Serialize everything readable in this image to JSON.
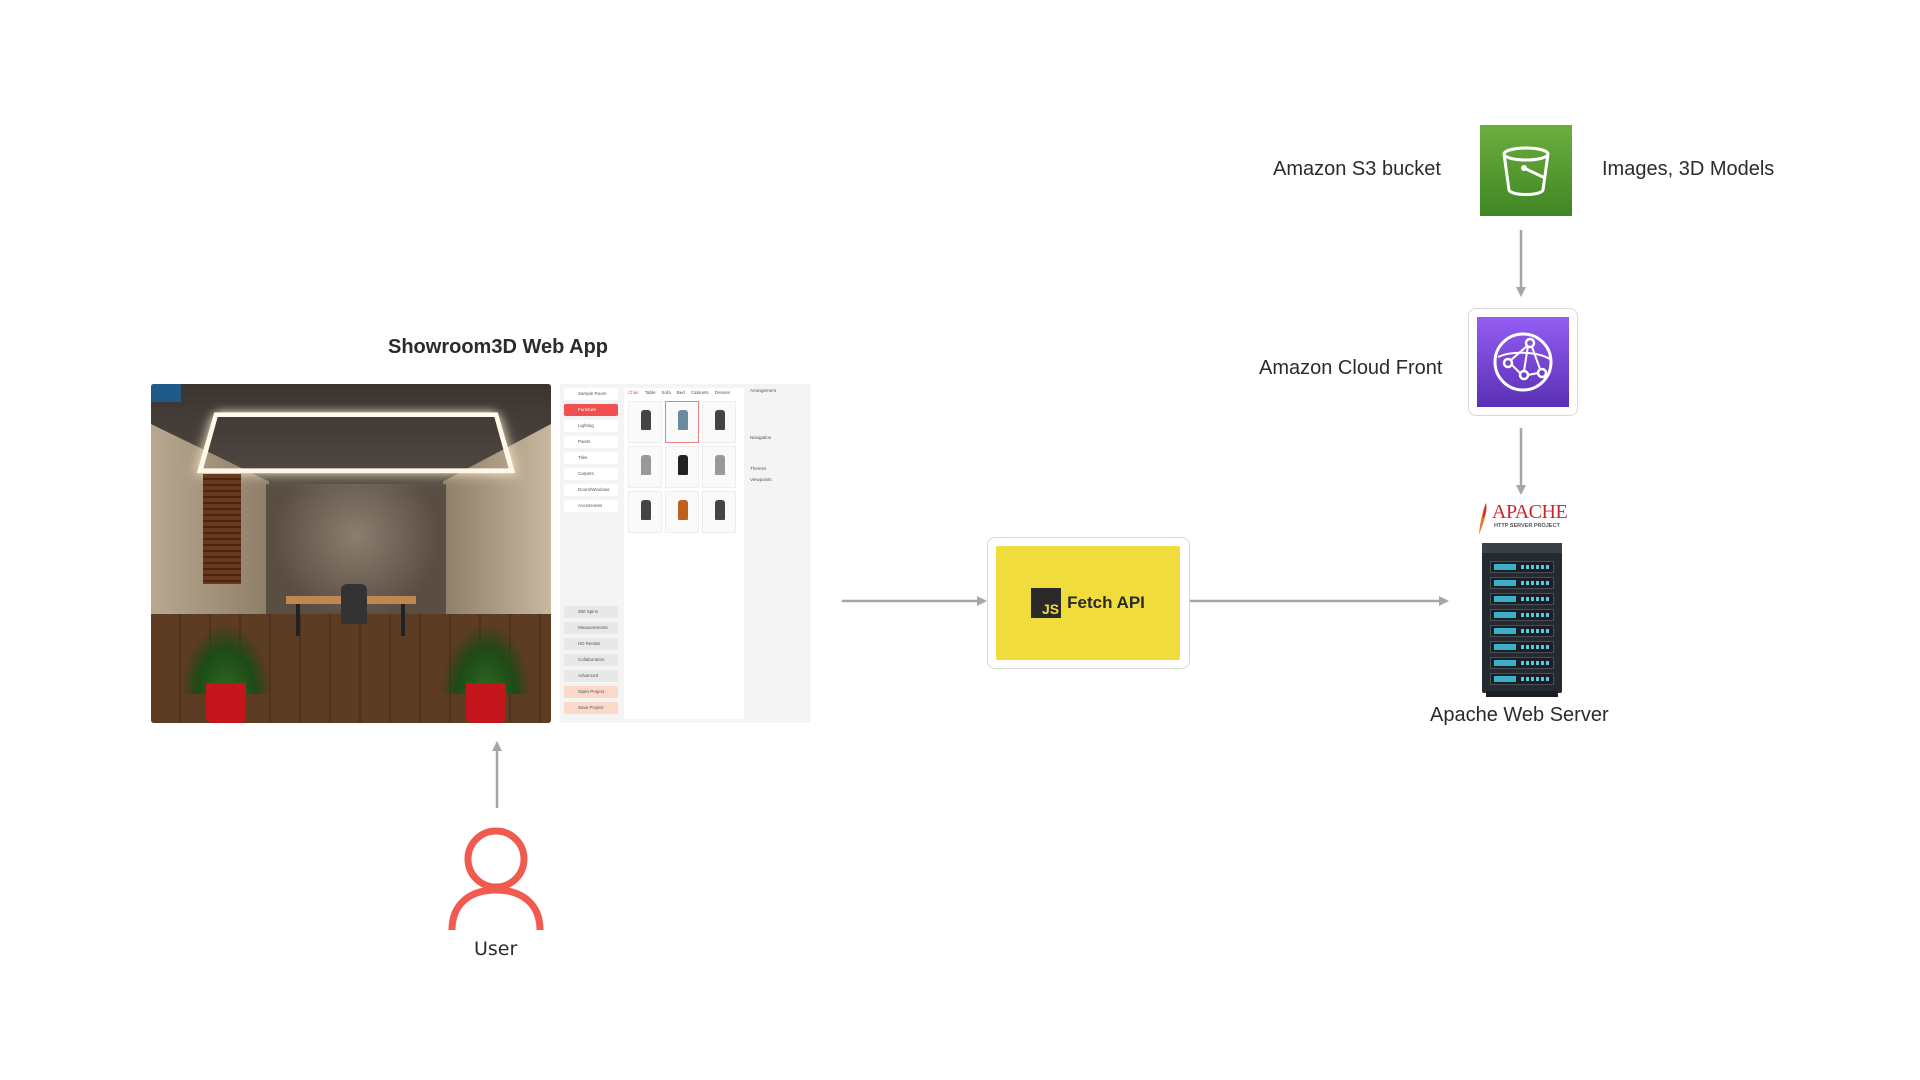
{
  "title": "Showroom3D Web App",
  "nodes": {
    "user": "User",
    "fetch": "Fetch API",
    "js_badge": "JS",
    "s3": "Amazon S3 bucket",
    "s3_content": "Images, 3D Models",
    "cloudfront": "Amazon Cloud Front",
    "apache_server": "Apache Web Server",
    "apache_logo": "APACHE",
    "apache_logo_sub": "HTTP SERVER PROJECT"
  },
  "app_panel": {
    "sidebar": [
      "Sample Room",
      "Furniture",
      "Lighting",
      "Paints",
      "Tiles",
      "Carpets",
      "Doors/Windows",
      "Accessories"
    ],
    "sidebar_active": "Furniture",
    "sidebar_bottom": [
      "360 Spins",
      "Measurements",
      "HD Render",
      "Collaboration",
      "Advanced",
      "Open Project",
      "Save Project"
    ],
    "tabs": [
      "Chair",
      "Table",
      "Sofa",
      "Bed",
      "Cabinets",
      "Dresser"
    ],
    "right": [
      "Arrangement",
      "Navigation",
      "Themes",
      "Viewpoints"
    ]
  },
  "colors": {
    "arrow": "#a6a6a6",
    "user": "#f05a4f",
    "fetch_bg": "#f0dc3c",
    "s3": "#3f8624",
    "cloudfront": "#6b3fd0",
    "apache": "#c8282a"
  }
}
